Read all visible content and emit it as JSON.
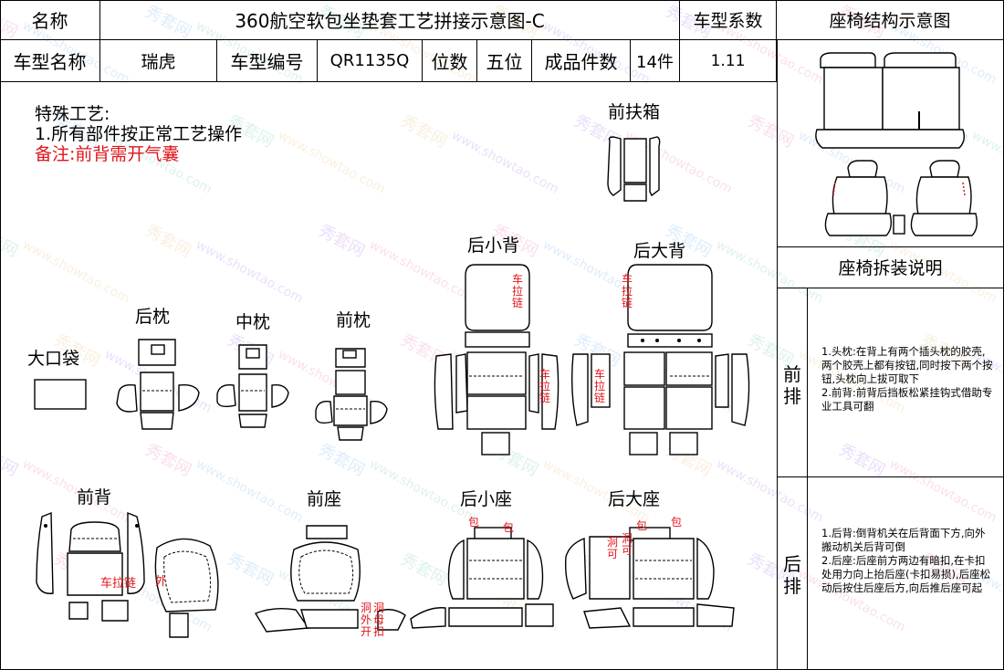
{
  "header": {
    "name_label": "名称",
    "title": "360航空软包坐垫套工艺拼接示意图-C",
    "coef_label": "车型系数",
    "seat_struct_title": "座椅结构示意图",
    "model_name_label": "车型名称",
    "model_name": "瑞虎",
    "model_no_label": "车型编号",
    "model_no": "QR1135Q",
    "seats_label": "位数",
    "seats": "五位",
    "pieces_label": "成品件数",
    "pieces": "14件",
    "coef_value": "1.11"
  },
  "notes": {
    "line1": "特殊工艺:",
    "line2": "1.所有部件按正常工艺操作",
    "line3": "备注:前背需开气囊"
  },
  "parts": {
    "front_armrest": "前扶箱",
    "rear_small_back": "后小背",
    "rear_big_back": "后大背",
    "rear_pillow": "后枕",
    "mid_pillow": "中枕",
    "front_pillow": "前枕",
    "big_pocket": "大口袋",
    "front_back": "前背",
    "front_seat": "前座",
    "rear_small_seat": "后小座",
    "rear_big_seat": "后大座"
  },
  "annotations": {
    "zipper_small_top": "车拉链",
    "zipper_small_side": "车拉链",
    "zipper_big_top": "车拉链",
    "zipper_big_side": "车拉链",
    "front_back_zip": "车拉链",
    "front_back_out": "外",
    "front_seat_hole": "洞外开",
    "front_seat_clip": "洞母扣",
    "rs_wrap1": "包",
    "rs_wrap2": "包",
    "rb_wrap1": "包",
    "rb_wrap2": "包",
    "rb_hole": "洞可",
    "rb_hole2": "洞可"
  },
  "right_panel": {
    "disassembly_title": "座椅拆装说明",
    "front_row_label": "前排",
    "front_row_text": "1.头枕:在背上有两个插头枕的胶壳,两个胶壳上都有按钮,同时按下两个按钮,头枕向上拔可取下\n2.前背:前背后挡板松紧挂钩式借助专业工具可翻",
    "rear_row_label": "后排",
    "rear_row_text": "1.后背:倒背机关在后背面下方,向外搬动机关后背可倒\n2.后座:后座前方两边有暗扣,在卡扣处用力向上抬后座(卡扣易损),后座松动后按住后座后方,向后推后座可起"
  },
  "watermark": {
    "brand": "秀套网",
    "site": "www.showtao.com"
  }
}
